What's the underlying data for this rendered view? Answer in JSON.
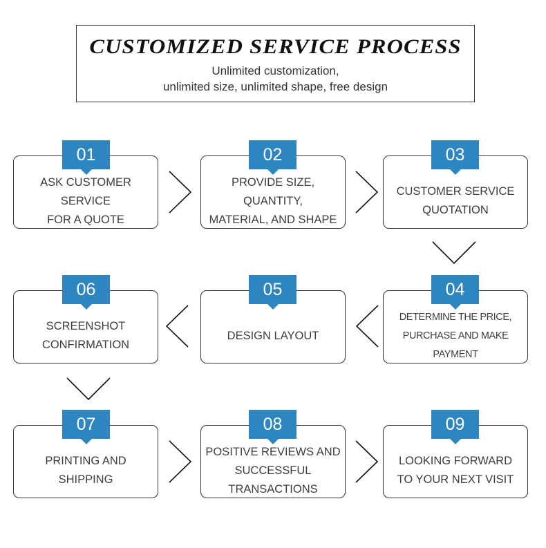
{
  "header": {
    "title": "CUSTOMIZED SERVICE PROCESS",
    "subtitle_line1": "Unlimited customization,",
    "subtitle_line2": "unlimited size, unlimited shape, free design"
  },
  "steps": [
    {
      "num": "01",
      "line1": "ASK CUSTOMER SERVICE",
      "line2": "FOR A QUOTE"
    },
    {
      "num": "02",
      "line1": "PROVIDE SIZE, QUANTITY,",
      "line2": "MATERIAL, AND SHAPE"
    },
    {
      "num": "03",
      "line1": "CUSTOMER SERVICE",
      "line2": "QUOTATION"
    },
    {
      "num": "04",
      "line1": "DETERMINE THE PRICE,",
      "line2": "PURCHASE AND MAKE PAYMENT"
    },
    {
      "num": "05",
      "line1": "DESIGN LAYOUT",
      "line2": ""
    },
    {
      "num": "06",
      "line1": "SCREENSHOT",
      "line2": "CONFIRMATION"
    },
    {
      "num": "07",
      "line1": "PRINTING AND SHIPPING",
      "line2": ""
    },
    {
      "num": "08",
      "line1": "POSITIVE REVIEWS AND",
      "line2": "SUCCESSFUL TRANSACTIONS"
    },
    {
      "num": "09",
      "line1": "LOOKING FORWARD",
      "line2": "TO YOUR NEXT VISIT"
    }
  ],
  "colors": {
    "badge": "#2e86c1",
    "text": "#3d3d3d",
    "border": "#333333"
  },
  "icons": {
    "arrow": "chevron-arrow-icon"
  }
}
